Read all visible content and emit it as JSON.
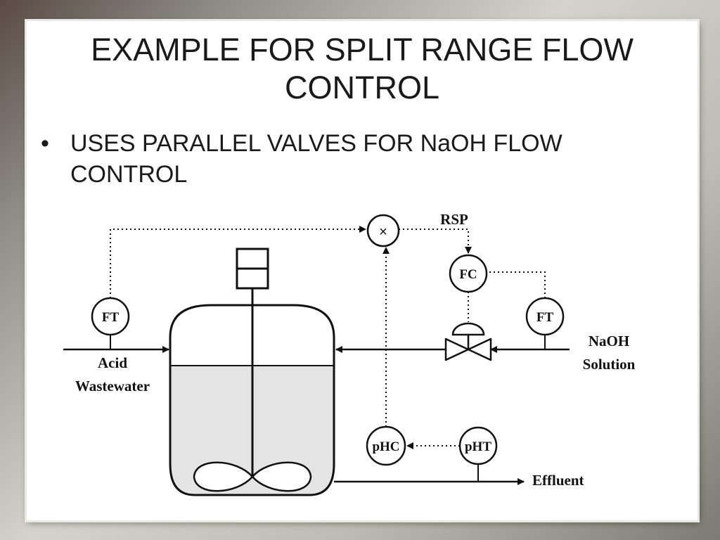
{
  "slide": {
    "title": "EXAMPLE FOR SPLIT RANGE FLOW CONTROL",
    "bullets": [
      {
        "marker": "•",
        "text": "USES PARALLEL VALVES FOR NaOH FLOW CONTROL"
      }
    ]
  },
  "diagram": {
    "instruments": {
      "ft_acid": "FT",
      "fc": "FC",
      "ft_naoh": "FT",
      "phc": "pHC",
      "pht": "pHT",
      "multiplier": "×"
    },
    "labels": {
      "rsp": "RSP",
      "acid_line1": "Acid",
      "acid_line2": "Wastewater",
      "naoh_line1": "NaOH",
      "naoh_line2": "Solution",
      "effluent": "Effluent"
    },
    "colors": {
      "liquid": "#e4e4e4",
      "line": "#111111"
    }
  }
}
